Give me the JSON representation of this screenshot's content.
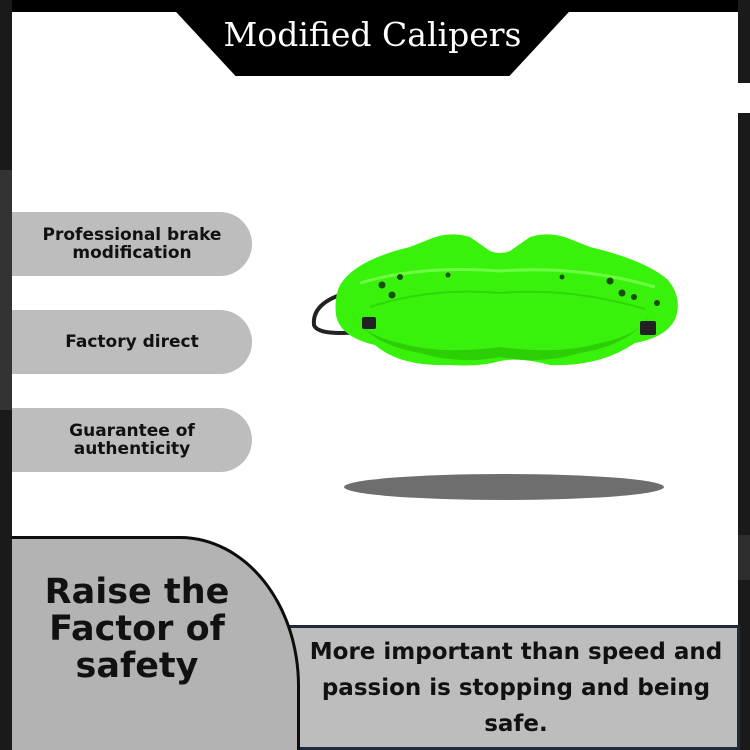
{
  "title": "Modified Calipers",
  "features": [
    "Professional brake modification",
    "Factory direct",
    "Guarantee of authenticity"
  ],
  "slogan": "Raise the Factor of safety",
  "info": "More important than speed and passion is stopping and being safe.",
  "colors": {
    "caliper_green": "#39f20b",
    "tab_gray": "#bdbdbd",
    "banner_black": "#000000"
  }
}
